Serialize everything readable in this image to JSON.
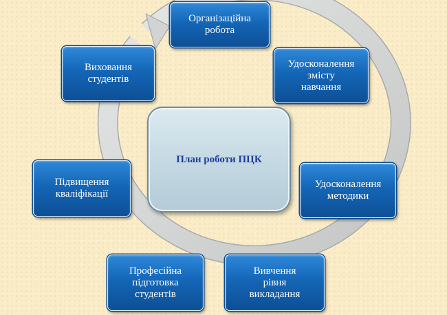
{
  "diagram": {
    "center": "План роботи ПЦК",
    "nodes": [
      "Організаційна\nробота",
      "Удосконалення\nзмісту\nнавчання",
      "Удосконалення\nметодики",
      "Вивчення\nрівня\nвикладання",
      "Професійна\nпідготовка\nстудентів",
      "Підвищення\nкваліфікації",
      "Виховання\nстудентів"
    ],
    "colors": {
      "node_fill": "#1466b7",
      "node_border": "#d9ebfb",
      "center_fill": "#c3d8e2",
      "center_text": "#1f3c9a",
      "ring": "#d1d4d3",
      "background": "#fbecc8"
    }
  }
}
